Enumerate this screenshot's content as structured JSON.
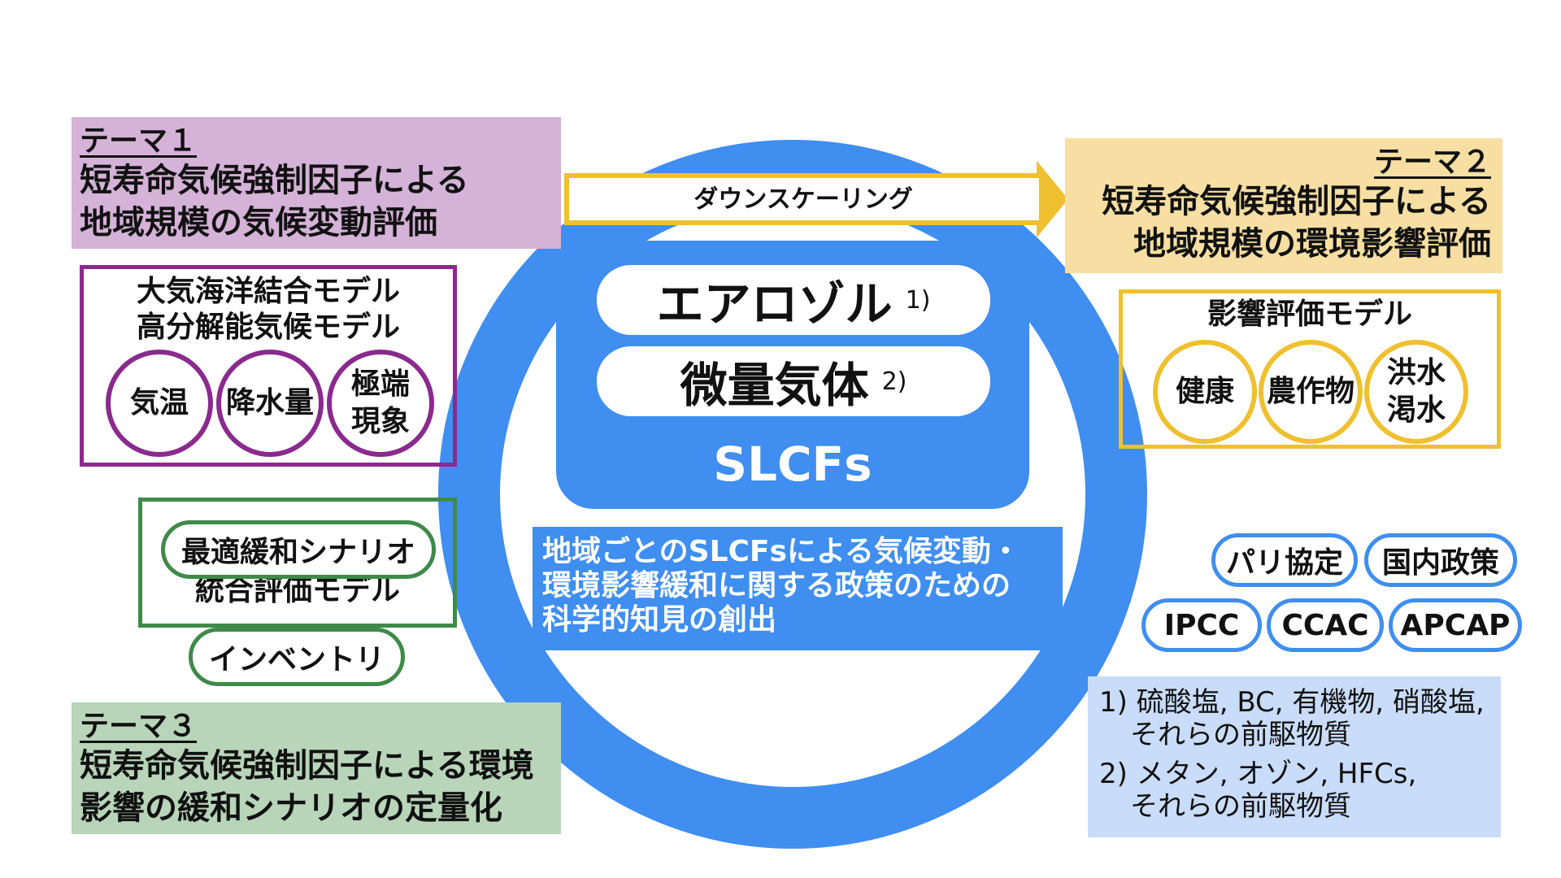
{
  "colors": {
    "blue": "#3f8ef0",
    "theme1_bg": "#d5b2d8",
    "theme1_border": "#8a2a8e",
    "theme2_bg": "#f7dfa3",
    "theme2_border": "#efc02f",
    "theme3_bg": "#b8d5b9",
    "theme3_border": "#3f8a4a",
    "notes_bg": "#c9dcfa"
  },
  "theme1": {
    "heading": "テーマ１",
    "line1": "短寿命気候強制因子による",
    "line2": "地域規模の気候変動評価"
  },
  "theme2": {
    "heading": "テーマ２",
    "line1": "短寿命気候強制因子による",
    "line2": "地域規模の環境影響評価"
  },
  "theme3": {
    "heading": "テーマ３",
    "line1": "短寿命気候強制因子による環境",
    "line2": "影響の緩和シナリオの定量化"
  },
  "climate_model": {
    "line1": "大気海洋結合モデル",
    "line2": "高分解能気候モデル",
    "circles": [
      "気温",
      "降水量"
    ],
    "extreme": {
      "line1": "極端",
      "line2": "現象"
    }
  },
  "impact_model": {
    "title": "影響評価モデル",
    "circles": [
      "健康",
      "農作物"
    ],
    "flood": {
      "line1": "洪水",
      "line2": "渇水"
    }
  },
  "assessment": {
    "scenario": "最適緩和シナリオ",
    "model": "統合評価モデル",
    "inventory": "インベントリ"
  },
  "center": {
    "downscaling": "ダウンスケーリング",
    "aerosol": "エアロゾル",
    "aerosol_ref": "1)",
    "gas": "微量気体",
    "gas_ref": "2)",
    "slcfs": "SLCFs"
  },
  "goal": {
    "line1": "地域ごとのSLCFsによる気候変動・",
    "line2": "環境影響緩和に関する政策のための",
    "line3": "科学的知見の創出"
  },
  "policies": [
    "パリ協定",
    "国内政策",
    "IPCC",
    "CCAC",
    "APCAP"
  ],
  "notes": {
    "note1_line1": "1) 硫酸塩, BC, 有機物, 硝酸塩,",
    "note1_line2": "それらの前駆物質",
    "note2_line1": "2) メタン, オゾン, HFCs,",
    "note2_line2": "それらの前駆物質"
  }
}
